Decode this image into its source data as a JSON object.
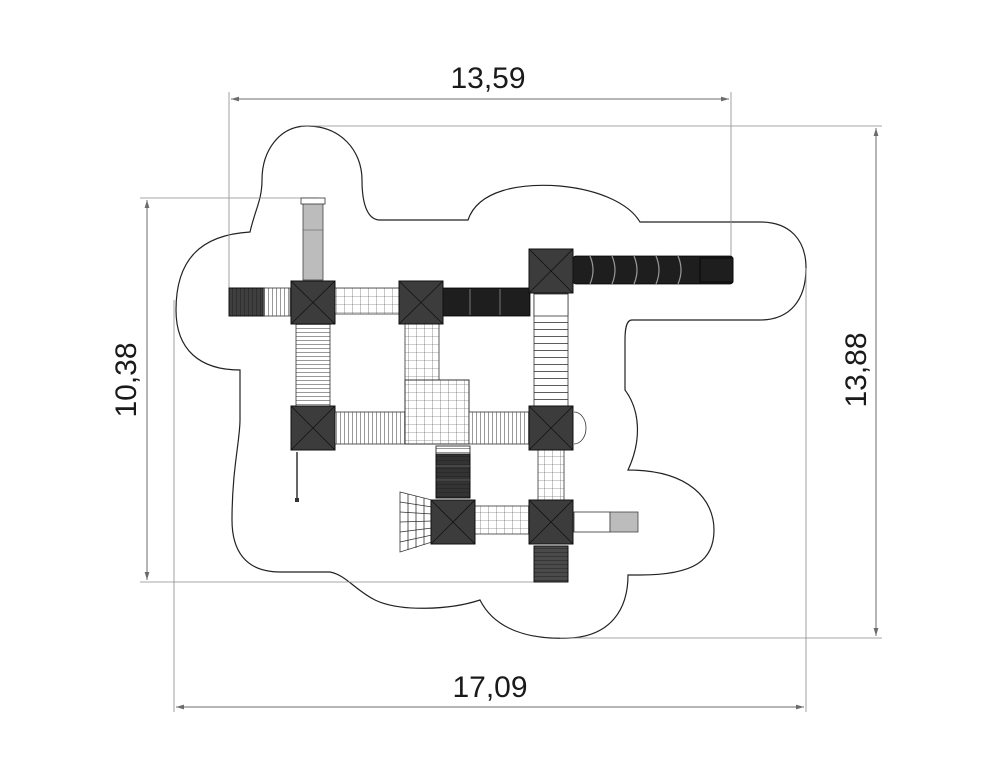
{
  "dimensions": {
    "top_width": "13,59",
    "bottom_width": "17,09",
    "left_height": "10,38",
    "right_height": "13,88"
  },
  "colors": {
    "ink": "#1a1a1a",
    "tower_fill": "#3c3c3c",
    "dark_fill": "#1e1e1e",
    "slide_fill": "#bcbcbc",
    "dimension_line": "#6b6b6b"
  }
}
